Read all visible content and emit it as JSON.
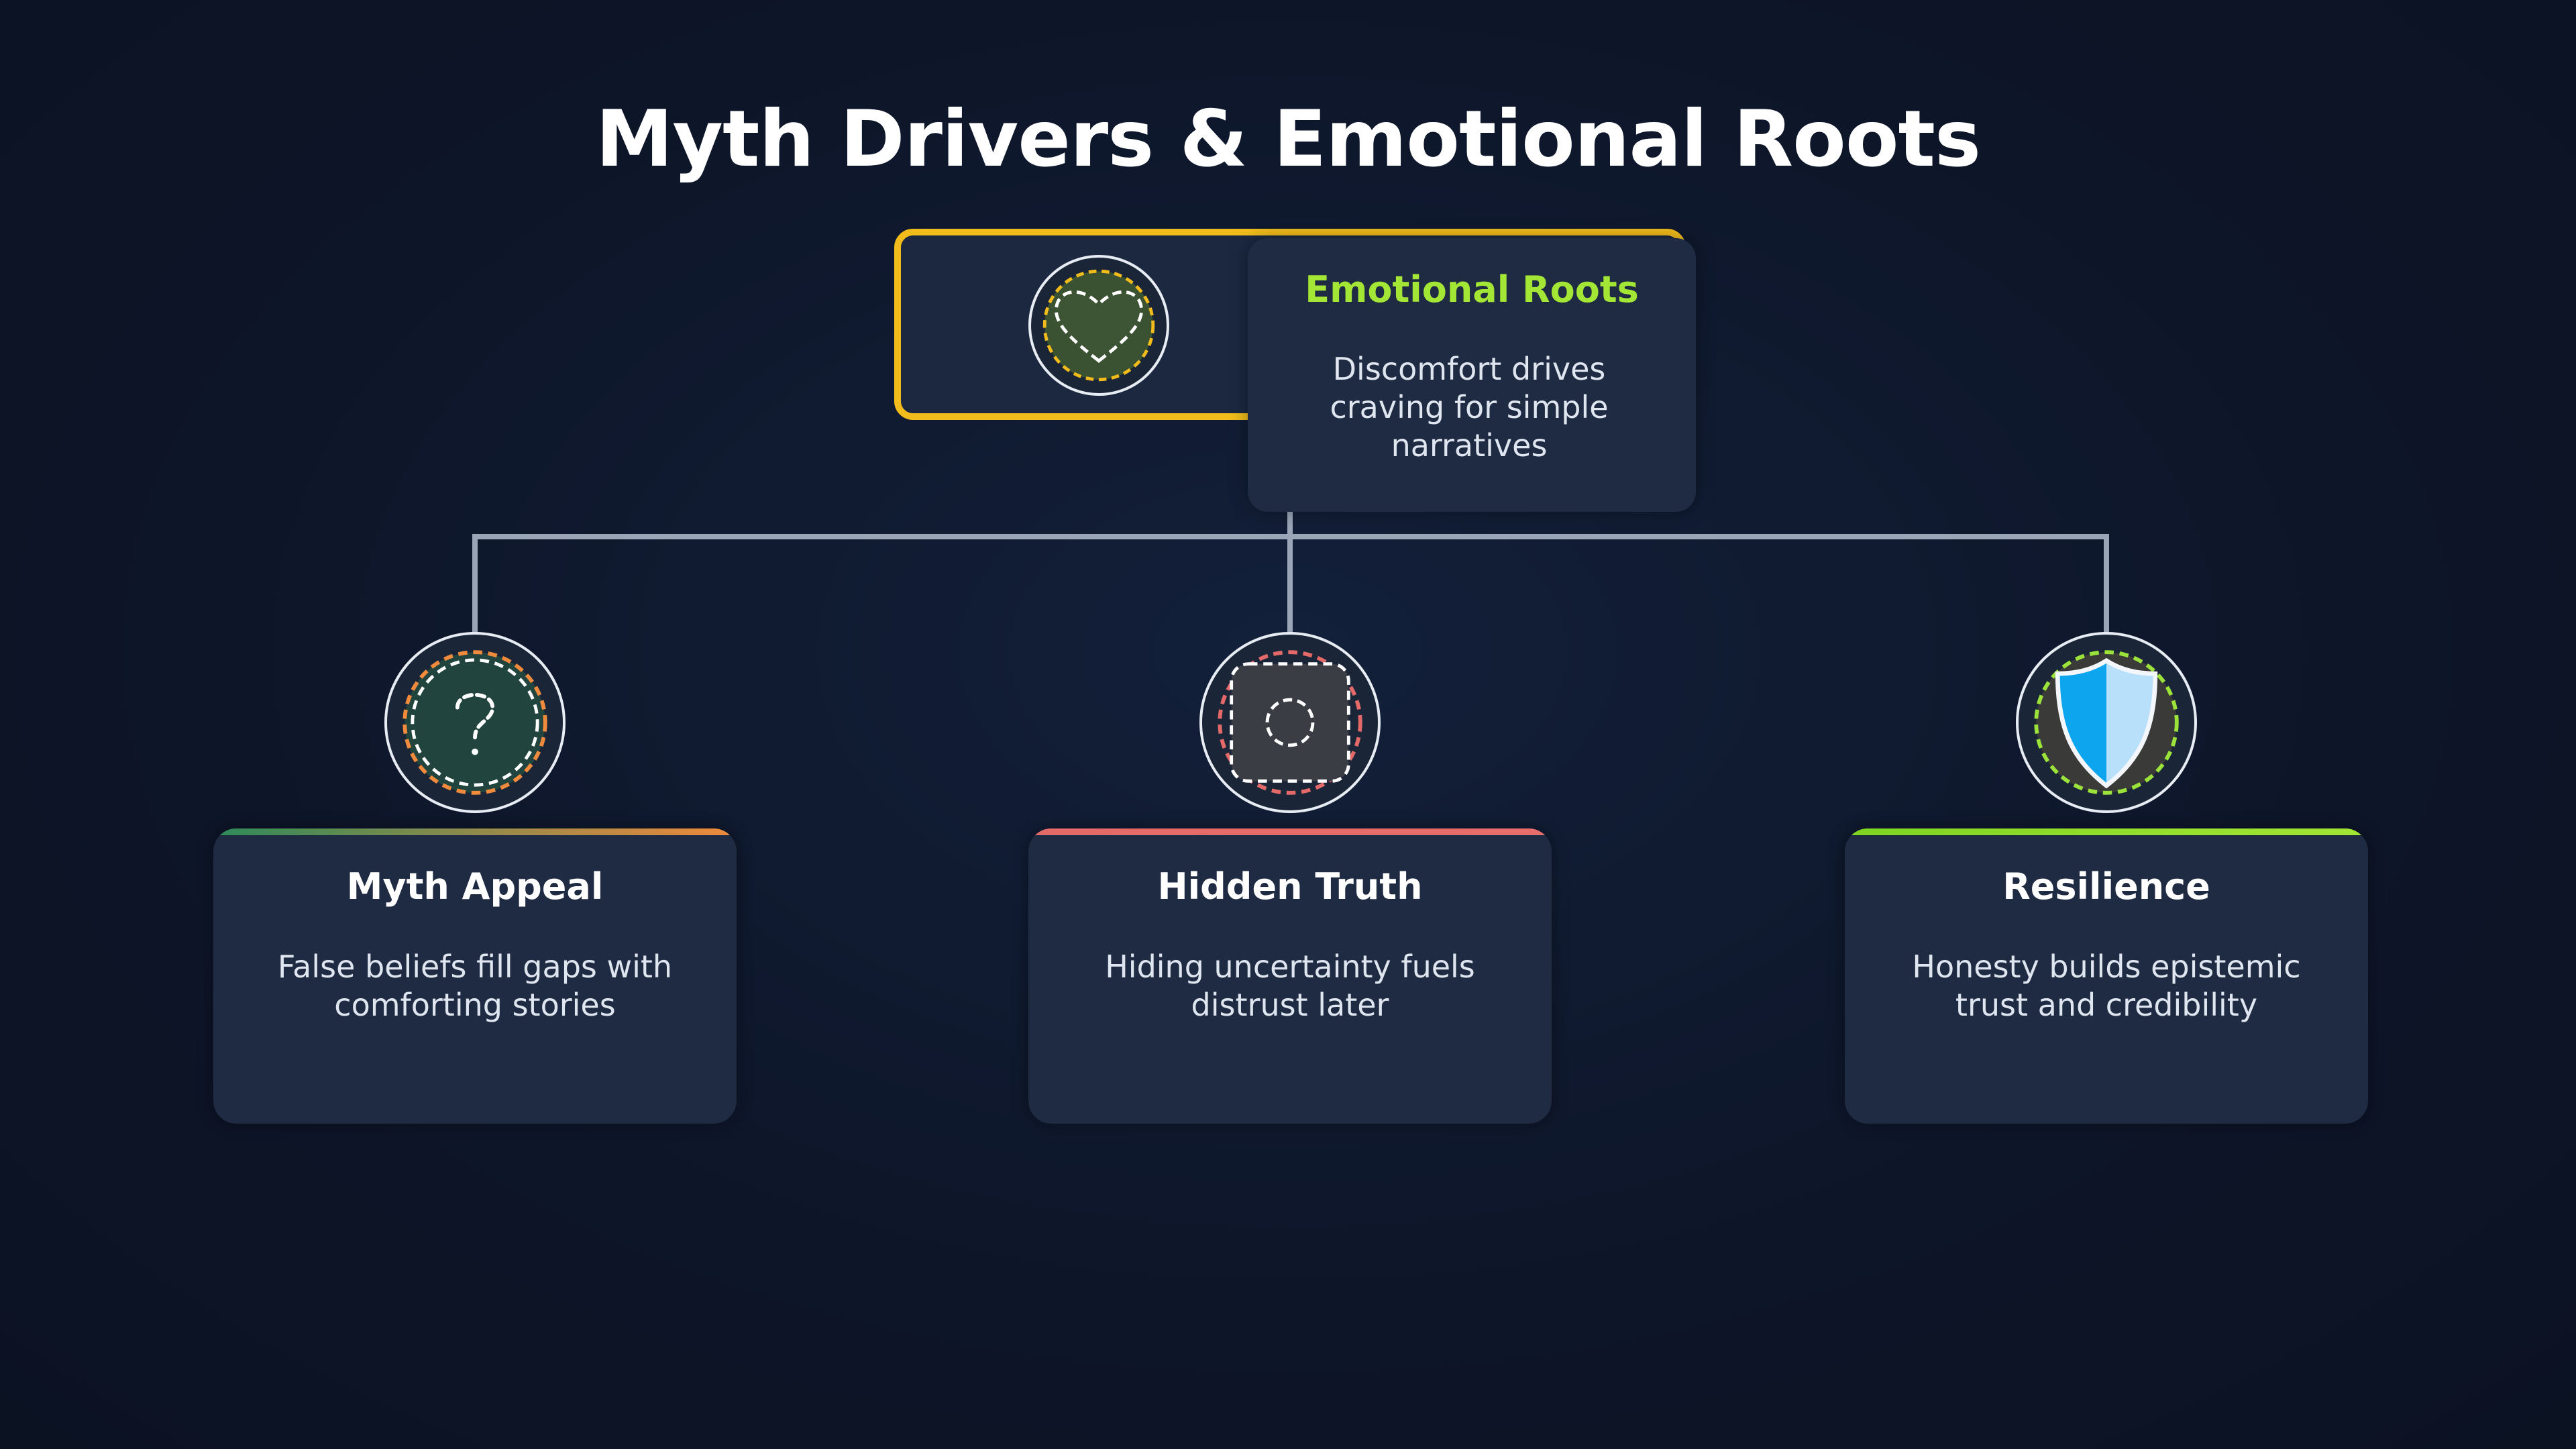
{
  "title": "Myth Drivers & Emotional Roots",
  "root": {
    "title": "Emotional Roots",
    "description": "Discomfort drives craving for simple narratives",
    "icon": "heart-icon",
    "accent": "#f2bd1c",
    "title_color": "#a3e635"
  },
  "children": [
    {
      "title": "Myth Appeal",
      "description": "False beliefs fill gaps with comforting stories",
      "icon": "question-mark-icon",
      "accent": "#f08a3c"
    },
    {
      "title": "Hidden Truth",
      "description": "Hiding uncertainty fuels distrust later",
      "icon": "hidden-square-icon",
      "accent": "#e46a6a"
    },
    {
      "title": "Resilience",
      "description": "Honesty builds epistemic trust and credibility",
      "icon": "shield-icon",
      "accent": "#9be23a"
    }
  ],
  "connector_color": "#9aa6b8"
}
